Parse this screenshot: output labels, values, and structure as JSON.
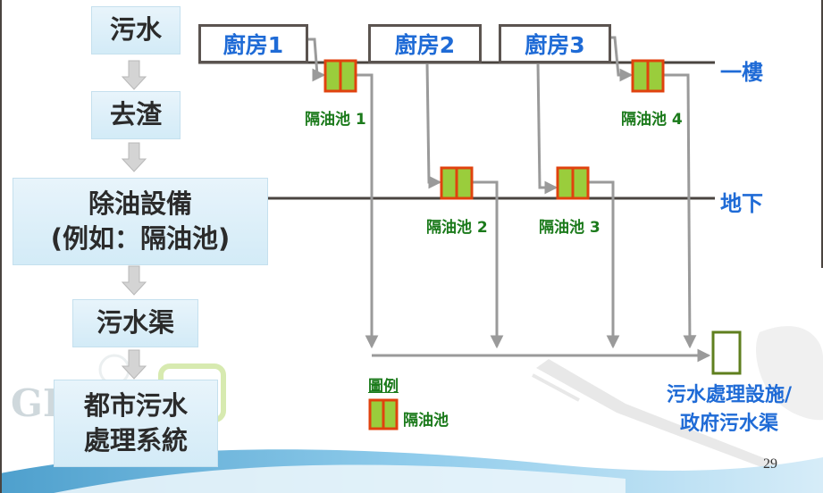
{
  "flow": {
    "step1": "污水",
    "step2": "去渣",
    "step3_line1": "除油設備",
    "step3_line2": "(例如：隔油池)",
    "step4": "污水渠",
    "step5_line1": "都市污水",
    "step5_line2": "處理系統"
  },
  "kitchens": [
    "廚房1",
    "廚房2",
    "廚房3"
  ],
  "pools": [
    "隔油池 1",
    "隔油池 2",
    "隔油池 3",
    "隔油池 4"
  ],
  "floors": {
    "ground": "一樓",
    "basement": "地下"
  },
  "legend": {
    "title": "圖例",
    "item": "隔油池"
  },
  "destination": {
    "line1": "污水處理設施/",
    "line2": "政府污水渠"
  },
  "page_number": "29",
  "logo_text": "GR",
  "colors": {
    "pool_fill": "#9acd3c",
    "pool_border": "#e0420e",
    "pipe": "#9a9a9a",
    "floor_line": "#4a4440",
    "kitchen_text": "#1f6bd6",
    "pool_label": "#1b7a1b",
    "arrow": "#c8c8c8"
  }
}
